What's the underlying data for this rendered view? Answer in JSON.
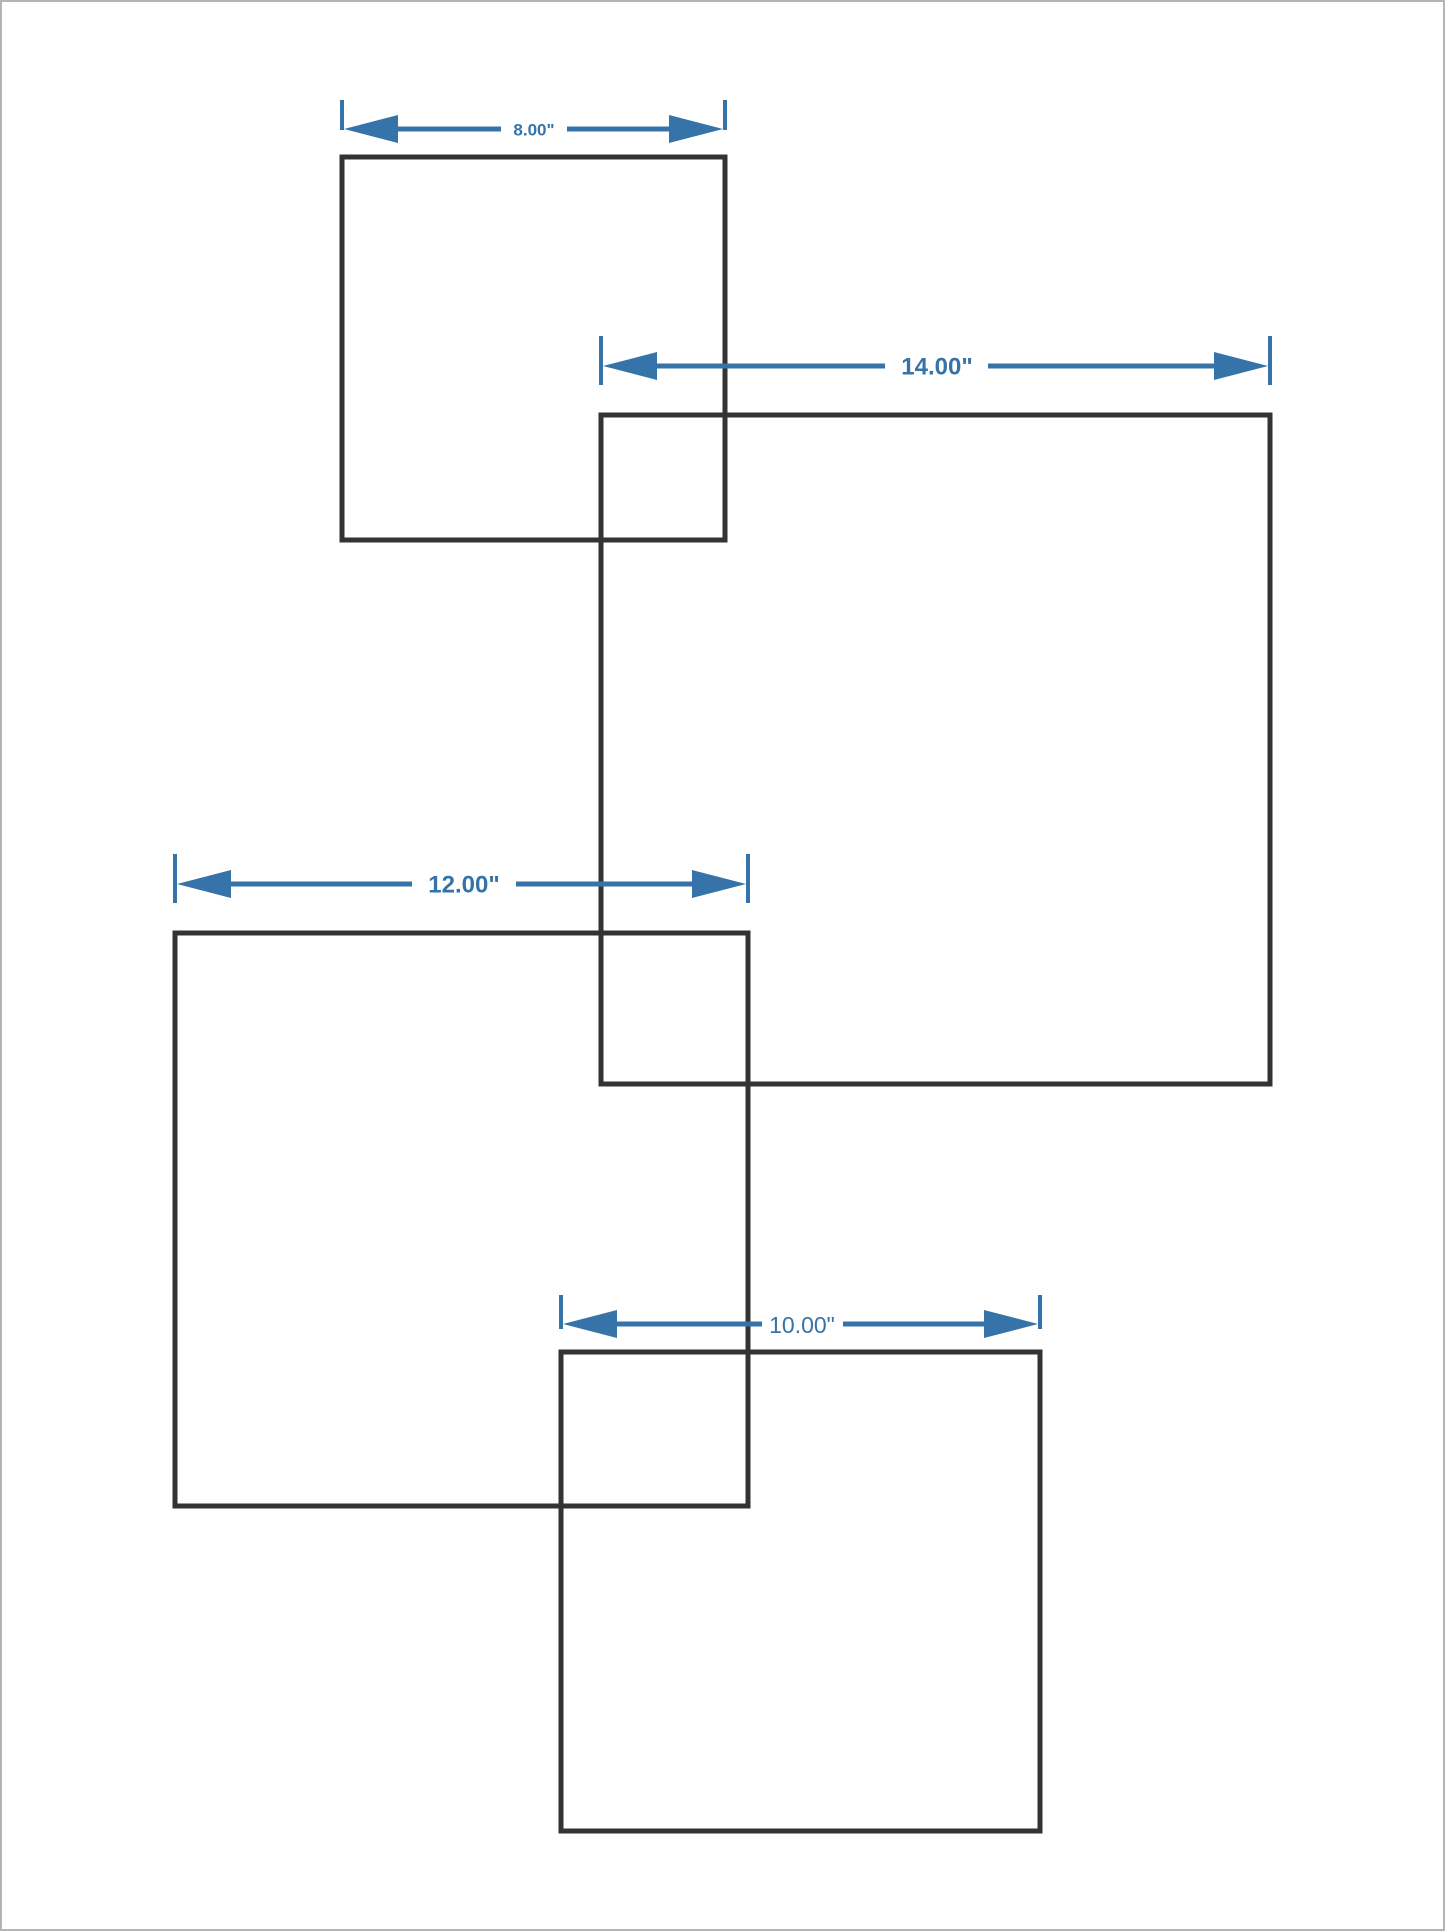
{
  "colors": {
    "square_stroke": "#333333",
    "dimension": "#3573a9",
    "background": "#ffffff"
  },
  "squares": [
    {
      "name": "square-8in",
      "label": "8.00\""
    },
    {
      "name": "square-14in",
      "label": "14.00\""
    },
    {
      "name": "square-12in",
      "label": "12.00\""
    },
    {
      "name": "square-10in",
      "label": "10.00\""
    }
  ]
}
